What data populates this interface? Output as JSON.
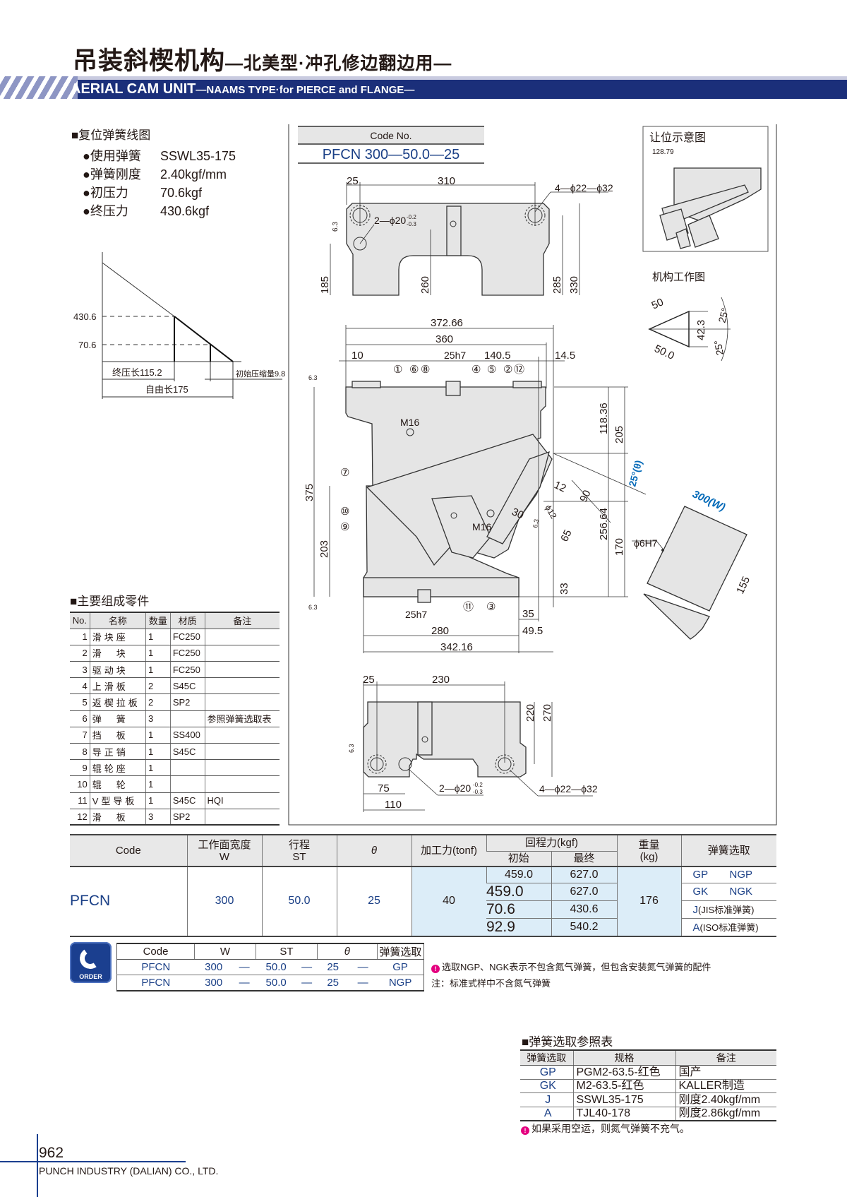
{
  "header": {
    "title_main": "吊装斜楔机构",
    "title_sub": "—北美型·冲孔修边翻边用—",
    "en_main": "AERIAL CAM UNIT",
    "en_sub": "—NAAMS TYPE·for PIERCE and FLANGE—"
  },
  "spring_chart": {
    "title": "复位弹簧线图",
    "specs": [
      {
        "label": "●使用弹簧",
        "value": "SSWL35-175"
      },
      {
        "label": "●弹簧刚度",
        "value": "2.40kgf/mm"
      },
      {
        "label": "●初压力",
        "value": "70.6kgf"
      },
      {
        "label": "●终压力",
        "value": "430.6kgf"
      }
    ],
    "y_labels": [
      "430.6",
      "70.6"
    ],
    "final_length": "终压长115.2",
    "initial_compression": "初始压缩量9.8",
    "free_length": "自由长175"
  },
  "code_box": {
    "header": "Code No.",
    "value": "PFCN 300—50.0—25"
  },
  "top_view": {
    "d25": "25",
    "d310": "310",
    "holes4": "4—ϕ22—ϕ32",
    "holes2": "2—ϕ20",
    "tol_up": "-0.2",
    "tol_dn": "-0.3",
    "rough": "6.3",
    "d185": "185",
    "d260": "260",
    "d285": "285",
    "d330": "330"
  },
  "front_view": {
    "d372": "372.66",
    "d360": "360",
    "d10": "10",
    "d25h7": "25h7",
    "d140": "140.5",
    "d14": "14.5",
    "c1": "①",
    "c6": "⑥",
    "c8": "⑧",
    "c4": "④",
    "c5": "⑤",
    "c2": "②",
    "c12": "⑫",
    "c7": "⑦",
    "c10": "⑩",
    "c9": "⑨",
    "c11": "⑪",
    "c3": "③",
    "m16a": "M16",
    "m16b": "M16",
    "d118": "118.36",
    "d205": "205",
    "angle": "25°(θ)",
    "d12": "12",
    "d90": "90",
    "phi12": "ϕ12",
    "d30": "30",
    "d65": "65",
    "d256": "256.64",
    "d170": "170",
    "d375": "375",
    "d203": "203",
    "d33": "33",
    "d25h7b": "25h7",
    "d280": "280",
    "d342": "342.16",
    "d35": "35",
    "d49": "49.5",
    "rough1": "6.3",
    "rough2": "6.3",
    "rough3": "6.3"
  },
  "bottom_view": {
    "d25": "25",
    "d230": "230",
    "d220": "220",
    "d270": "270",
    "rough": "6.3",
    "d75": "75",
    "d110": "110",
    "holes2": "2—ϕ20",
    "tol_up": "-0.2",
    "tol_dn": "-0.3",
    "holes4": "4—ϕ22—ϕ32"
  },
  "clearance": {
    "title": "让位示意图",
    "dim": "128.79"
  },
  "mechanism": {
    "title": "机构工作图",
    "d50": "50",
    "d50_0": "50.0",
    "d42": "42.3",
    "a1": "25°",
    "a2": "25°",
    "width": "300(W)",
    "pin": "ϕ6H7",
    "d155": "155"
  },
  "parts": {
    "title": "主要组成零件",
    "headers": [
      "No.",
      "名称",
      "数量",
      "材质",
      "备注"
    ],
    "rows": [
      [
        "1",
        "滑块座",
        "1",
        "FC250",
        ""
      ],
      [
        "2",
        "滑　块",
        "1",
        "FC250",
        ""
      ],
      [
        "3",
        "驱动块",
        "1",
        "FC250",
        ""
      ],
      [
        "4",
        "上滑板",
        "2",
        "S45C",
        ""
      ],
      [
        "5",
        "返楔拉板",
        "2",
        "SP2",
        ""
      ],
      [
        "6",
        "弹　簧",
        "3",
        "",
        "参照弹簧选取表"
      ],
      [
        "7",
        "挡　板",
        "1",
        "SS400",
        ""
      ],
      [
        "8",
        "导正销",
        "1",
        "S45C",
        ""
      ],
      [
        "9",
        "辊轮座",
        "1",
        "",
        ""
      ],
      [
        "10",
        "辊　轮",
        "1",
        "",
        ""
      ],
      [
        "11",
        "V型导板",
        "1",
        "S45C",
        "HQI"
      ],
      [
        "12",
        "滑　板",
        "3",
        "SP2",
        ""
      ]
    ]
  },
  "spec_table": {
    "headers": {
      "code": "Code",
      "width": "工作面宽度",
      "width_sym": "W",
      "stroke": "行程",
      "stroke_sym": "ST",
      "theta": "θ",
      "force": "加工力(tonf)",
      "return": "回程力(kgf)",
      "initial": "初始",
      "final": "最终",
      "weight": "重量",
      "weight_unit": "(kg)",
      "spring": "弹簧选取"
    },
    "code": "PFCN",
    "width": "300",
    "stroke": "50.0",
    "theta": "25",
    "force": "40",
    "weight": "176",
    "return_rows": [
      [
        "459.0",
        "627.0"
      ],
      [
        "459.0",
        "627.0"
      ],
      [
        "70.6",
        "430.6"
      ],
      [
        "92.9",
        "540.2"
      ]
    ],
    "springs": [
      [
        "GP",
        "NGP"
      ],
      [
        "GK",
        "NGK"
      ],
      [
        "J",
        "(JIS标准弹簧)"
      ],
      [
        "A",
        "(ISO标准弹簧)"
      ]
    ]
  },
  "order": {
    "icon_label": "ORDER",
    "headers": [
      "Code",
      "W",
      "ST",
      "θ",
      "弹簧选取"
    ],
    "rows": [
      [
        "PFCN",
        "300",
        "—",
        "50.0",
        "—",
        "25",
        "—",
        "GP"
      ],
      [
        "PFCN",
        "300",
        "—",
        "50.0",
        "—",
        "25",
        "—",
        "NGP"
      ]
    ],
    "note1": "选取NGP、NGK表示不包含氮气弹簧，但包含安装氮气弹簧的配件",
    "note2": "注：标准式样中不含氮气弹簧"
  },
  "spring_ref": {
    "title": "弹簧选取参照表",
    "headers": [
      "弹簧选取",
      "规格",
      "备注"
    ],
    "rows": [
      [
        "GP",
        "PGM2-63.5-红色",
        "国产"
      ],
      [
        "GK",
        "M2-63.5-红色",
        "KALLER制造"
      ],
      [
        "J",
        "SSWL35-175",
        "刚度2.40kgf/mm"
      ],
      [
        "A",
        "TJL40-178",
        "刚度2.86kgf/mm"
      ]
    ],
    "note": "如果采用空运，则氮气弹簧不充气。"
  },
  "footer": {
    "page": "962",
    "company": "PUNCH INDUSTRY (DALIAN) CO., LTD."
  },
  "colors": {
    "navy": "#1b2f7a",
    "code_blue": "#1a3f86",
    "highlight": "#dcedf8",
    "angle_blue": "#0068b7",
    "warn": "#e4007f"
  }
}
